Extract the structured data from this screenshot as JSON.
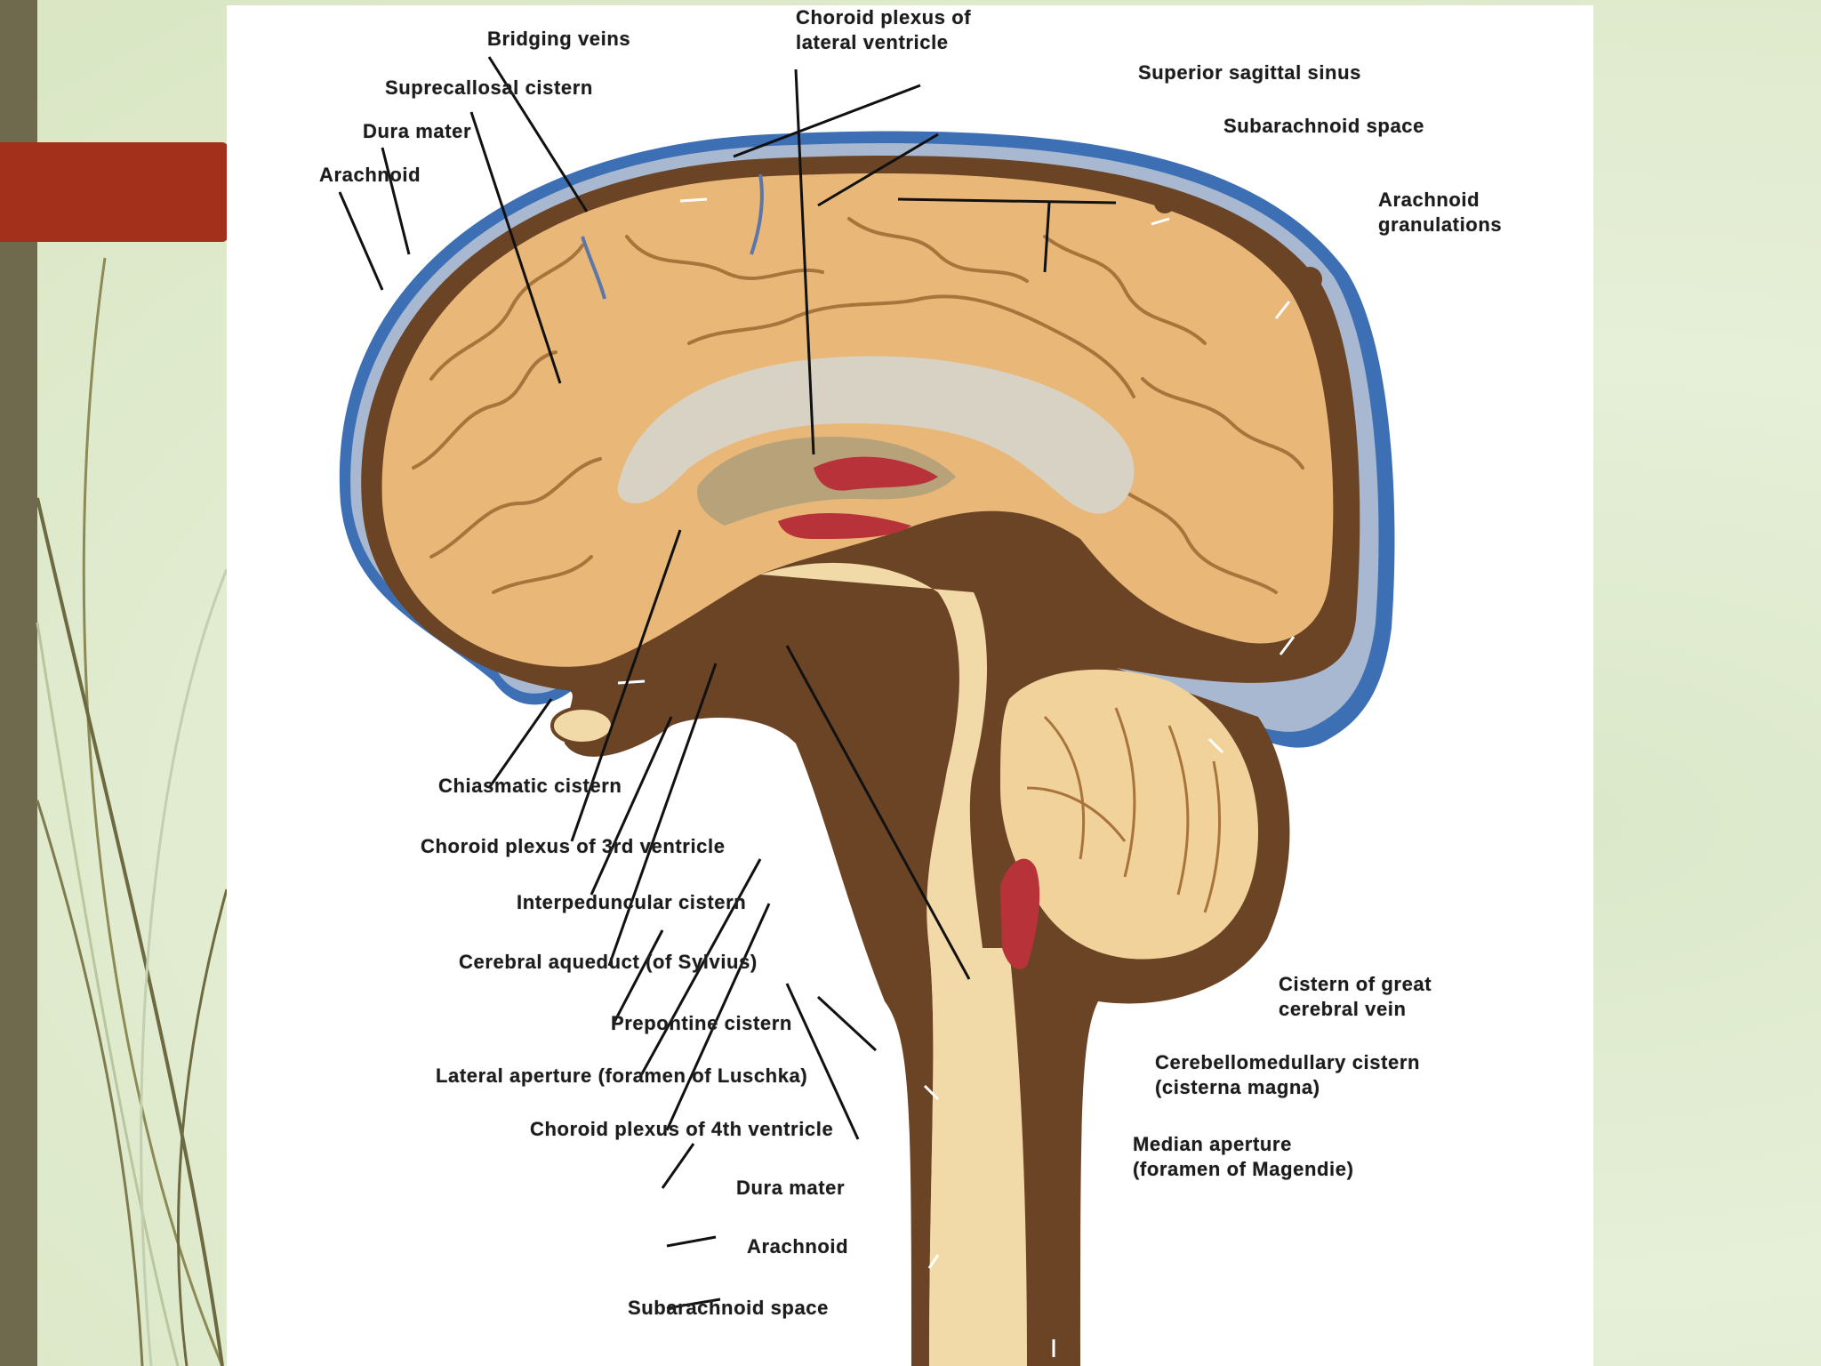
{
  "labels": {
    "bridging_veins": "Bridging veins",
    "choroid_plexus_lateral_1": "Choroid plexus of",
    "choroid_plexus_lateral_2": "lateral ventricle",
    "superior_sagittal_sinus": "Superior sagittal sinus",
    "suprecallosal_cistern": "Suprecallosal cistern",
    "subarachnoid_space_top": "Subarachnoid space",
    "dura_mater_top": "Dura mater",
    "arachnoid_top": "Arachnoid",
    "arachnoid_granulations_1": "Arachnoid",
    "arachnoid_granulations_2": "granulations",
    "chiasmatic_cistern": "Chiasmatic cistern",
    "choroid_plexus_3rd": "Choroid plexus of 3rd ventricle",
    "interpeduncular_cistern": "Interpeduncular cistern",
    "cerebral_aqueduct": "Cerebral aqueduct (of Sylvius)",
    "prepontine_cistern": "Prepontine cistern",
    "lateral_aperture": "Lateral aperture (foramen of Luschka)",
    "choroid_plexus_4th": "Choroid plexus of 4th ventricle",
    "dura_mater_bottom": "Dura mater",
    "arachnoid_bottom": "Arachnoid",
    "subarachnoid_space_bottom": "Subarachnoid space",
    "cistern_great_vein_1": "Cistern of great",
    "cistern_great_vein_2": "cerebral vein",
    "cerebellomedullary_1": "Cerebellomedullary cistern",
    "cerebellomedullary_2": "(cisterna magna)",
    "median_aperture_1": "Median aperture",
    "median_aperture_2": "(foramen of Magendie)"
  },
  "colors": {
    "slide_bar": "#6f6a4e",
    "red_tab": "#a3301a",
    "dura_blue": "#3d6fb5",
    "arachnoid_light": "#a8b8d0",
    "subarachnoid_brown": "#6b4426",
    "brain_tan": "#e9b878",
    "white_matter": "#d8d2c4",
    "choroid_red": "#b8323a"
  }
}
